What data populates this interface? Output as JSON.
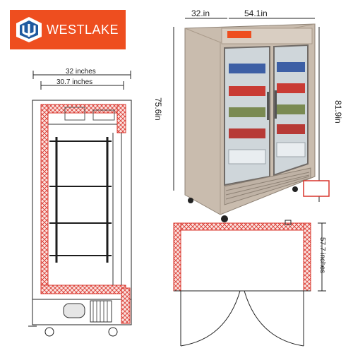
{
  "brand": {
    "name": "WESTLAKE",
    "badge_text": "WESTLAKE"
  },
  "dimensions": {
    "side_outer_width": "32 inches",
    "side_inner_width": "30.7 inches",
    "front_depth": "32.in",
    "front_width": "54.1in",
    "front_height": "75.6in",
    "front_total_height": "81.9in",
    "top_view_door_depth": "57.7 inches"
  },
  "colors": {
    "logo_bg": "#ee4e1f",
    "insulation": "#d9342b",
    "steel": "#c9bcae",
    "steel_dark": "#a99a8a",
    "glass": "#cfd6da"
  }
}
